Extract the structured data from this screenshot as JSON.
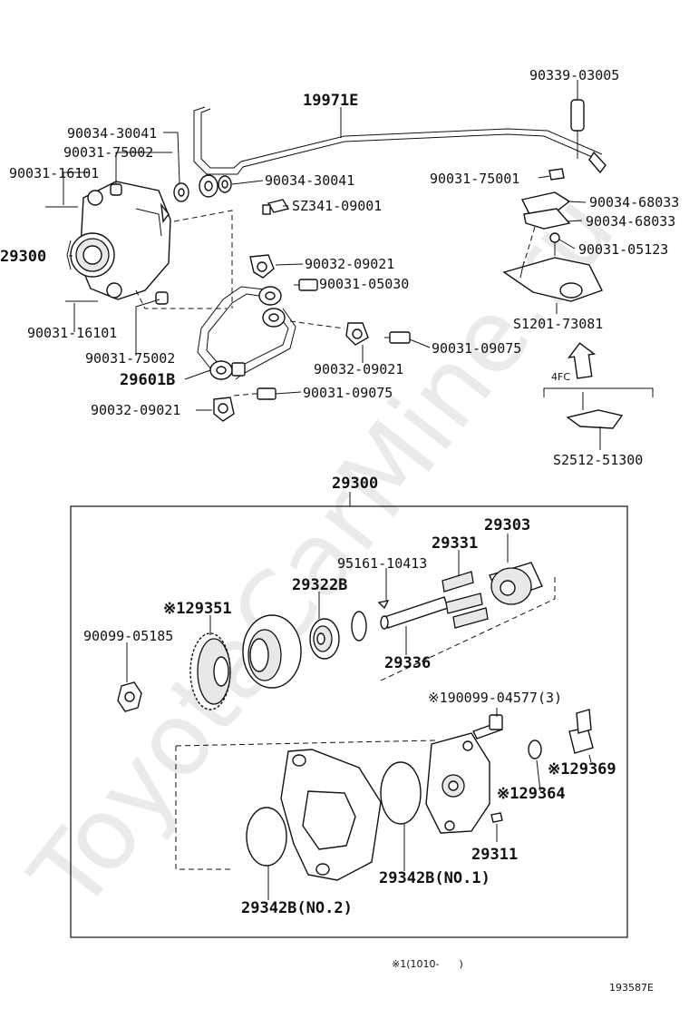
{
  "diagram": {
    "watermark": "ToyotaCarMine.ru",
    "upper_labels": {
      "p90339_03005": "90339-03005",
      "p19971e": "19971E",
      "p90034_30041_a": "90034-30041",
      "p90031_75002_a": "90031-75002",
      "p90031_16101_a": "90031-16101",
      "p90034_30041_b": "90034-30041",
      "psz341_09001": "SZ341-09001",
      "p90031_75001": "90031-75001",
      "p90034_68033_a": "90034-68033",
      "p90034_68033_b": "90034-68033",
      "p90031_05123": "90031-05123",
      "p29300_pump": "29300",
      "p90032_09021_a": "90032-09021",
      "p90031_05030": "90031-05030",
      "ps1201_73081": "S1201-73081",
      "p90031_16101_b": "90031-16101",
      "p90031_75002_b": "90031-75002",
      "p29601b": "29601B",
      "p90032_09021_b": "90032-09021",
      "p90031_09075_a": "90031-09075",
      "p90032_09021_c": "90032-09021",
      "p90031_09075_b": "90031-09075",
      "p4fc": "4FC",
      "ps2512_51300": "S2512-51300"
    },
    "box_title": "29300",
    "box_labels": {
      "p29303": "29303",
      "p29331": "29331",
      "p95161_10413": "95161-10413",
      "p29322b": "29322B",
      "p29351": "※129351",
      "p90099_05185": "90099-05185",
      "p29336": "29336",
      "p90099_04577": "※190099-04577(3)",
      "p29369": "※129369",
      "p29364": "※129364",
      "p29311": "29311",
      "p29342b_no1": "29342B(NO.1)",
      "p29342b_no2": "29342B(NO.2)"
    },
    "footnote": "※1(1010-　　)",
    "diagram_number": "193587E"
  }
}
